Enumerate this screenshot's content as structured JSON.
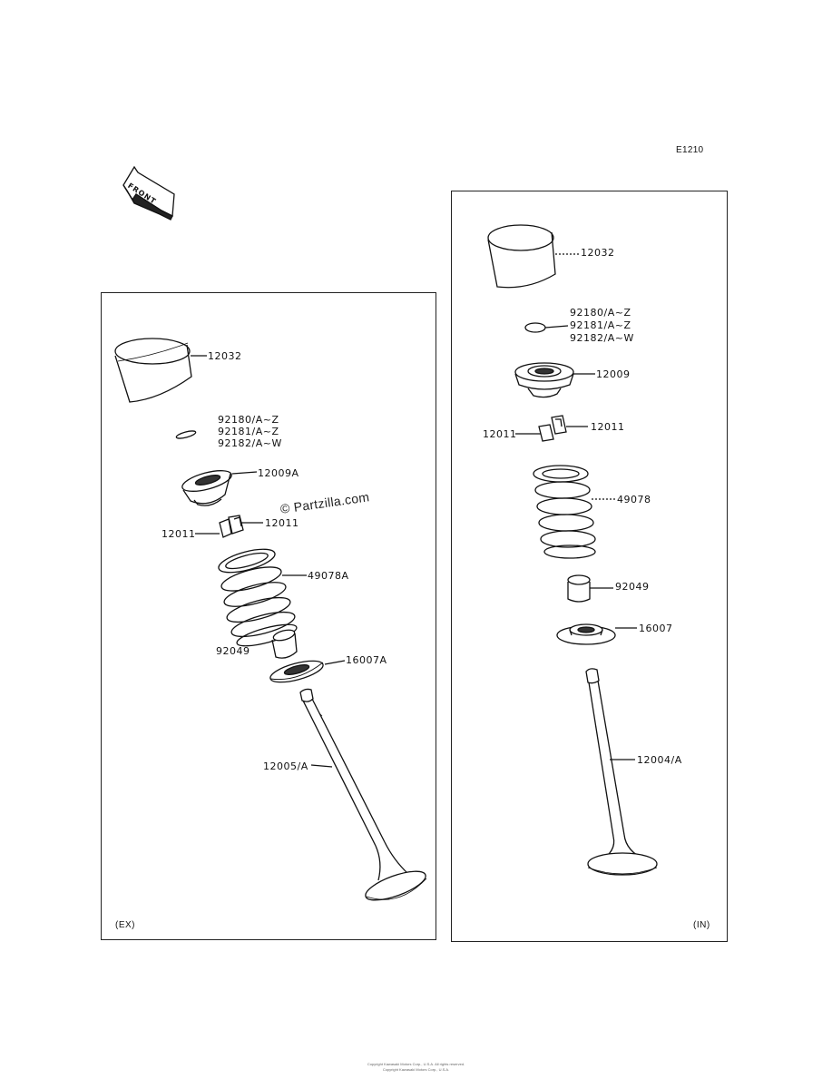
{
  "figure_code": "E1210",
  "front_label": "FRONT",
  "watermark": "© Partzilla.com",
  "ex_panel": {
    "tag": "(EX)",
    "labels": {
      "lifter": "12032",
      "shim1": "92180/A~Z",
      "shim2": "92181/A~Z",
      "shim3": "92182/A~W",
      "retainer": "12009A",
      "cotter_r": "12011",
      "cotter_l": "12011",
      "spring": "49078A",
      "seal": "92049",
      "seat": "16007A",
      "valve": "12005/A"
    }
  },
  "in_panel": {
    "tag": "(IN)",
    "labels": {
      "lifter": "12032",
      "shim1": "92180/A~Z",
      "shim2": "92181/A~Z",
      "shim3": "92182/A~W",
      "retainer": "12009",
      "cotter_l": "12011",
      "cotter_r": "12011",
      "spring": "49078",
      "seal": "92049",
      "seat": "16007",
      "valve": "12004/A"
    }
  },
  "footer": {
    "line1": "Copyright Kawasaki Motors Corp., U.S.A. All rights reserved.",
    "line2": "Copyright Kawasaki Motors Corp., U.S.A."
  }
}
